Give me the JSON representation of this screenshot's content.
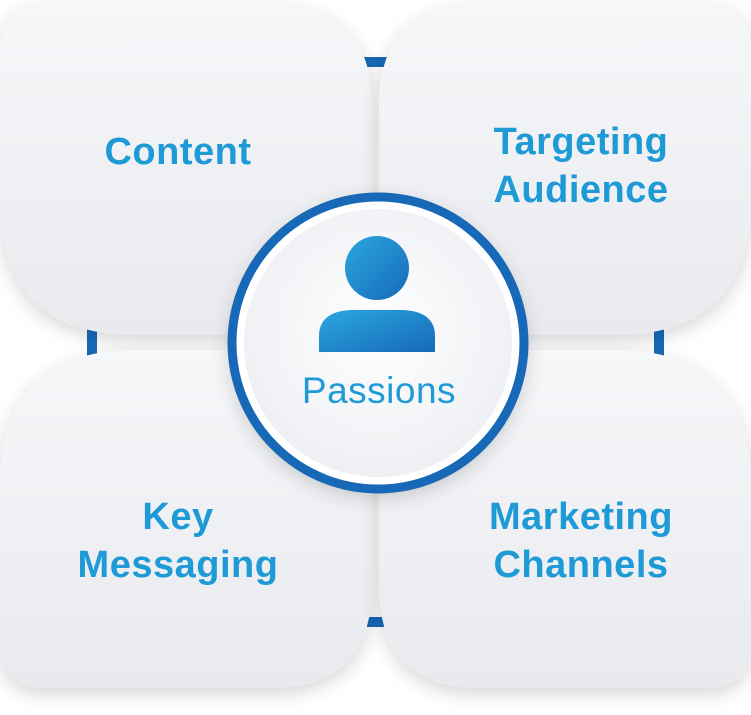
{
  "center": {
    "label": "Passions",
    "icon": "user-icon"
  },
  "petals": [
    {
      "lines": [
        "Content"
      ]
    },
    {
      "lines": [
        "Targeting",
        "Audience"
      ]
    },
    {
      "lines": [
        "Key",
        "Messaging"
      ]
    },
    {
      "lines": [
        "Marketing",
        "Channels"
      ]
    }
  ],
  "colors": {
    "accent": "#1e9ad6",
    "accent_dark": "#1769b8",
    "petal": "#eceef1",
    "background": "#ffffff"
  }
}
